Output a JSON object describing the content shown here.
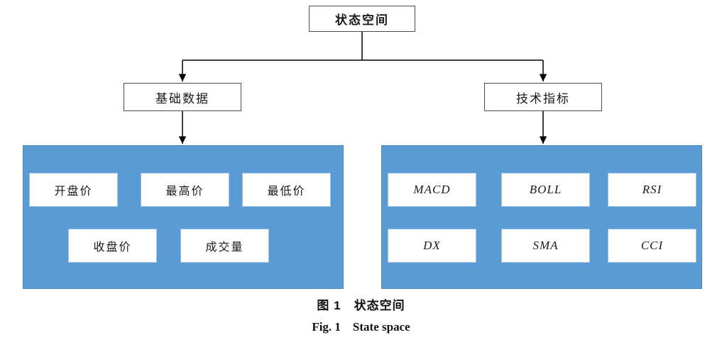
{
  "figure": {
    "root_label": "状态空间",
    "branch_left": "基础数据",
    "branch_right": "技术指标",
    "basic_data": [
      "开盘价",
      "最高价",
      "最低价",
      "收盘价",
      "成交量"
    ],
    "indicators": [
      "MACD",
      "BOLL",
      "RSI",
      "DX",
      "SMA",
      "CCI"
    ],
    "caption_zh": "图 1　状态空间",
    "caption_en": "Fig. 1　State space",
    "colors": {
      "panel_fill": "#5b9bd5",
      "connector_line": "#000000",
      "node_border": "#4d4d4d"
    }
  }
}
